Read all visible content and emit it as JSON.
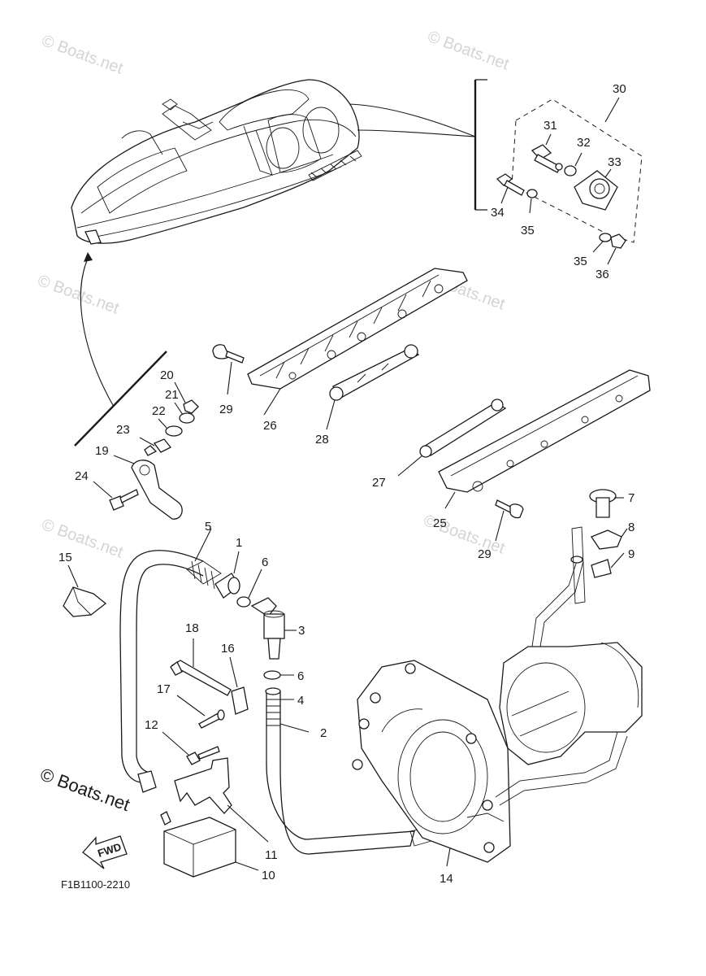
{
  "diagram": {
    "code": "F1B1100-2210",
    "fwd_label": "FWD",
    "copyright": "© Boats.net",
    "watermark": "© Boats.net",
    "callouts": [
      "1",
      "2",
      "3",
      "4",
      "5",
      "6",
      "6",
      "7",
      "8",
      "9",
      "10",
      "11",
      "12",
      "14",
      "15",
      "16",
      "17",
      "18",
      "19",
      "20",
      "21",
      "22",
      "23",
      "24",
      "25",
      "26",
      "27",
      "28",
      "29",
      "29",
      "30",
      "31",
      "32",
      "33",
      "34",
      "35",
      "35",
      "36"
    ]
  }
}
